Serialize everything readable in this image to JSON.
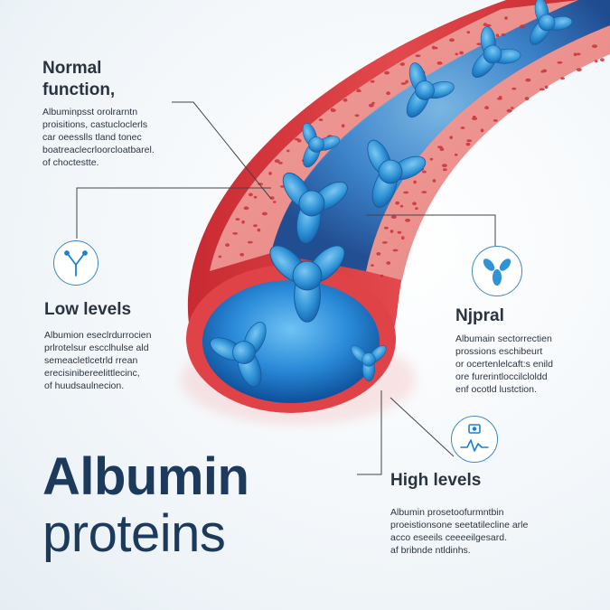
{
  "colors": {
    "vessel_red": "#d8353a",
    "vessel_pink": "#ec8c8c",
    "lumen_blue": "#1e7fd0",
    "protein_blue": "#2f93d6",
    "title_navy": "#1c3a5c",
    "leader_line": "#444444",
    "icon_stroke": "#3d87c4"
  },
  "sections": {
    "normal": {
      "heading": "Normal\nfunction,",
      "body": "Albuminpsst orolrarntn\nproisitions, castucloclerls\ncar oeesslls tland tonec\nboatreaclecrloorcloatbarel.\nof choctestte."
    },
    "low": {
      "heading": "Low levels",
      "icon": "antibody-icon",
      "body": "Albumion eseclrdurrocien\nprlrotelsur escclhulse ald\nsemeacletlcetrld rrean\nerecisinibereelittlecinc,\nof huudsaulnecion."
    },
    "nipral": {
      "heading": "Njpral",
      "icon": "y-protein-icon",
      "body": "Albumain sectorrectien\nprossions eschibeurt\nor ocertenlelcaft:s enild\nore furerintloccilcloldd\nenf ocotld lustction."
    },
    "high": {
      "heading": "High levels",
      "icon": "monitor-pulse-icon",
      "body": "Albumin prosetoofurmntbin\nproeistionsone seetatilecline arle\nacco eseeils ceeeeilgesard.\naf bribnde ntldinhs."
    }
  },
  "title": {
    "line1": "Albumin",
    "line2": "proteins"
  }
}
